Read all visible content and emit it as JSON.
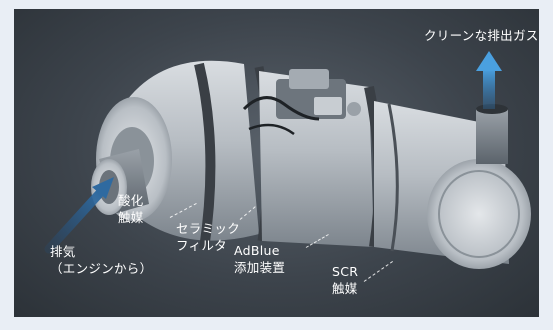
{
  "labels": {
    "clean_exhaust": "クリーンな排出ガス",
    "oxidation_catalyst_line1": "酸化",
    "oxidation_catalyst_line2": "触媒",
    "ceramic_filter_line1": "セラミック",
    "ceramic_filter_line2": "フィルタ",
    "adblue_line1": "AdBlue",
    "adblue_line2": "添加装置",
    "scr_line1": "SCR",
    "scr_line2": "触媒",
    "exhaust_line1": "排気",
    "exhaust_line2": "（エンジンから）"
  },
  "colors": {
    "background": "#3d444c",
    "page": "#e9eef5",
    "inlet_arrow": "#2f6aa0",
    "outlet_arrow": "#3c8fcf",
    "text": "#ffffff"
  }
}
